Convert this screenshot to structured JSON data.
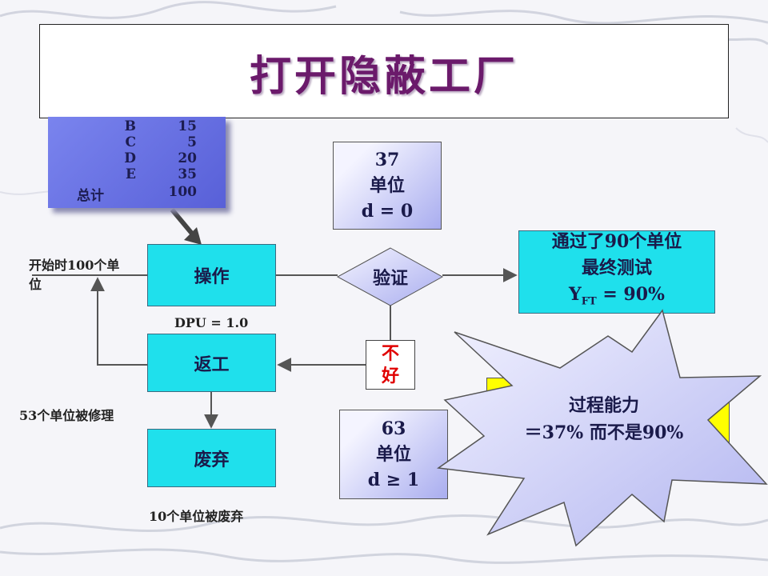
{
  "title": "打开隐蔽工厂",
  "table": [
    {
      "name": "B",
      "value": "15"
    },
    {
      "name": "C",
      "value": "5"
    },
    {
      "name": "D",
      "value": "20"
    },
    {
      "name": "E",
      "value": "35"
    },
    {
      "name": "总计",
      "value": "100"
    }
  ],
  "start_label_line1": "开始时100个单",
  "start_label_line2": "位",
  "operation": "操作",
  "dpu": "DPU = 1.0",
  "verify": "验证",
  "rework": "返工",
  "scrap": "废弃",
  "reject_line1": "不",
  "reject_line2": "好",
  "repair_label": "53个单位被修理",
  "scrap_label": "10个单位被废弃",
  "good_box": {
    "line1": "37",
    "line2": "单位",
    "line3": "d = 0"
  },
  "bad_box": {
    "line1": "63",
    "line2": "单位",
    "line3": "d ≥ 1"
  },
  "final_box": {
    "line1": "通过了90个单位",
    "line2": "最终测试",
    "line3_main": "Y",
    "line3_sub": "FT",
    "line3_rest": " = 90%"
  },
  "star": {
    "line1": "过程能力",
    "line2": "＝37% 而不是90%"
  },
  "colors": {
    "cyan": "#1fe0ec",
    "lavender": "#a9adef",
    "table": "#6a72e4",
    "title": "#6b1a6b",
    "yellow": "#ffff00",
    "red": "#e00000"
  }
}
